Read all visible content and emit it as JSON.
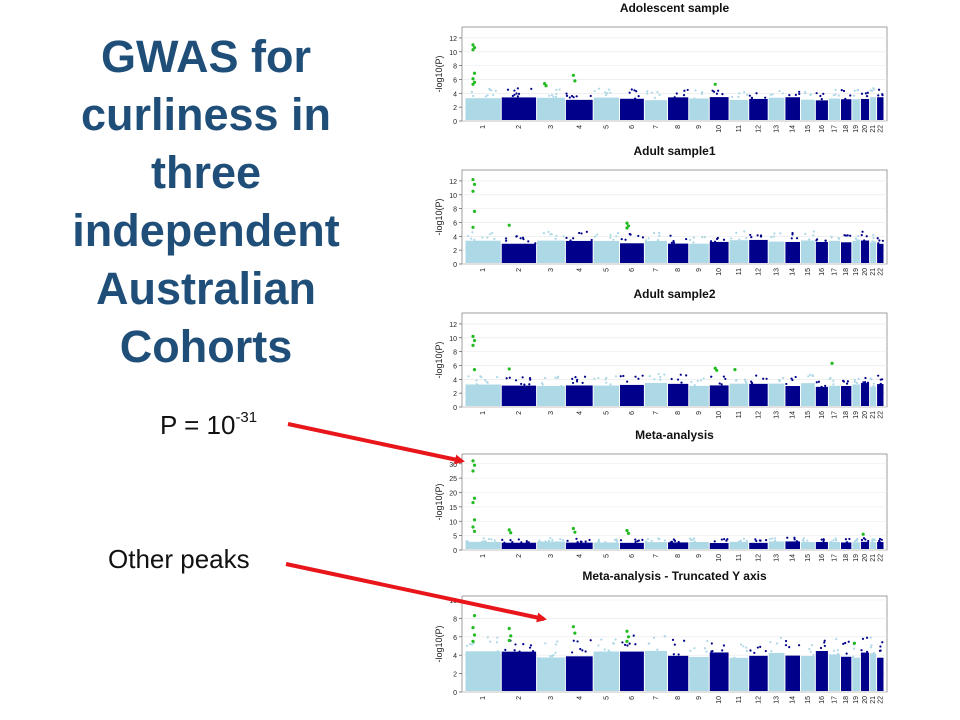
{
  "slide": {
    "title": "GWAS for curliness in three independent Australian Cohorts",
    "callout_p_base": "P = 10",
    "callout_p_exp": "-31",
    "callout_other_peaks": "Other peaks"
  },
  "colors": {
    "title": "#1F4E79",
    "light_blue": "#ADD8E6",
    "dark_blue": "#00008B",
    "significant": "#22BB22",
    "arrow": "#E8161B"
  },
  "chart_data": [
    {
      "type": "scatter",
      "subtype": "manhattan",
      "title": "Adolescent sample",
      "xlabel": "",
      "ylabel": "-log10(P)",
      "ylim": [
        0,
        13
      ],
      "yticks": [
        0,
        2,
        4,
        6,
        8,
        10,
        12
      ],
      "xticks": [
        "1",
        "2",
        "3",
        "4",
        "5",
        "6",
        "7",
        "8",
        "9",
        "10",
        "11",
        "12",
        "13",
        "14",
        "15",
        "16",
        "17",
        "18",
        "19",
        "20",
        "21",
        "22"
      ],
      "grid": true,
      "baseline_range": [
        2,
        3.5
      ],
      "peaks": [
        {
          "chr": "1",
          "values": [
            11.0,
            10.6,
            10.3,
            6.9,
            6.1,
            5.6,
            5.3
          ]
        },
        {
          "chr": "3",
          "values": [
            5.4,
            5.1
          ]
        },
        {
          "chr": "4",
          "values": [
            6.6,
            5.8
          ]
        },
        {
          "chr": "10",
          "values": [
            5.3
          ]
        }
      ]
    },
    {
      "type": "scatter",
      "subtype": "manhattan",
      "title": "Adult sample1",
      "xlabel": "",
      "ylabel": "-log10(P)",
      "ylim": [
        0,
        13
      ],
      "yticks": [
        0,
        2,
        4,
        6,
        8,
        10,
        12
      ],
      "xticks": [
        "1",
        "2",
        "3",
        "4",
        "5",
        "6",
        "7",
        "8",
        "9",
        "10",
        "11",
        "12",
        "13",
        "14",
        "15",
        "16",
        "17",
        "18",
        "19",
        "20",
        "21",
        "22"
      ],
      "grid": true,
      "baseline_range": [
        2,
        3.5
      ],
      "peaks": [
        {
          "chr": "1",
          "values": [
            12.2,
            11.5,
            10.5,
            7.6,
            5.3
          ]
        },
        {
          "chr": "2",
          "values": [
            5.6
          ]
        },
        {
          "chr": "6",
          "values": [
            5.9,
            5.5,
            5.2
          ]
        }
      ]
    },
    {
      "type": "scatter",
      "subtype": "manhattan",
      "title": "Adult sample2",
      "xlabel": "",
      "ylabel": "-log10(P)",
      "ylim": [
        0,
        13
      ],
      "yticks": [
        0,
        2,
        4,
        6,
        8,
        10,
        12
      ],
      "xticks": [
        "1",
        "2",
        "3",
        "4",
        "5",
        "6",
        "7",
        "8",
        "9",
        "10",
        "11",
        "12",
        "13",
        "14",
        "15",
        "16",
        "17",
        "18",
        "19",
        "20",
        "21",
        "22"
      ],
      "grid": true,
      "baseline_range": [
        2,
        3.5
      ],
      "peaks": [
        {
          "chr": "1",
          "values": [
            10.2,
            9.6,
            8.9,
            5.4
          ]
        },
        {
          "chr": "2",
          "values": [
            5.5
          ]
        },
        {
          "chr": "10",
          "values": [
            5.6,
            5.3
          ]
        },
        {
          "chr": "11",
          "values": [
            5.4
          ]
        },
        {
          "chr": "17",
          "values": [
            6.3
          ]
        }
      ]
    },
    {
      "type": "scatter",
      "subtype": "manhattan",
      "title": "Meta-analysis",
      "xlabel": "",
      "ylabel": "-log10(P)",
      "ylim": [
        0,
        32
      ],
      "yticks": [
        0,
        5,
        10,
        15,
        20,
        25,
        30
      ],
      "xticks": [
        "1",
        "2",
        "3",
        "4",
        "5",
        "6",
        "7",
        "8",
        "9",
        "10",
        "11",
        "12",
        "13",
        "14",
        "15",
        "16",
        "17",
        "18",
        "19",
        "20",
        "21",
        "22"
      ],
      "grid": true,
      "baseline_range": [
        1.5,
        3
      ],
      "peaks": [
        {
          "chr": "1",
          "values": [
            31.0,
            29.5,
            27.5,
            18.0,
            16.5,
            10.5,
            8.0,
            6.5
          ]
        },
        {
          "chr": "2",
          "values": [
            7.0,
            6.0
          ]
        },
        {
          "chr": "4",
          "values": [
            7.5,
            6.2
          ]
        },
        {
          "chr": "6",
          "values": [
            6.8,
            5.8
          ]
        },
        {
          "chr": "20",
          "values": [
            5.5
          ]
        }
      ]
    },
    {
      "type": "scatter",
      "subtype": "manhattan",
      "title": "Meta-analysis - Truncated Y axis",
      "xlabel": "",
      "ylabel": "-log10(P)",
      "ylim": [
        0,
        10
      ],
      "yticks": [
        0,
        2,
        4,
        6,
        8,
        10
      ],
      "xticks": [
        "1",
        "2",
        "3",
        "4",
        "5",
        "6",
        "7",
        "8",
        "9",
        "10",
        "11",
        "12",
        "13",
        "14",
        "15",
        "16",
        "17",
        "18",
        "19",
        "20",
        "21",
        "22"
      ],
      "grid": true,
      "baseline_range": [
        2.5,
        4.5
      ],
      "peaks": [
        {
          "chr": "1",
          "values": [
            9.6,
            8.3,
            7.0,
            6.2,
            5.5
          ]
        },
        {
          "chr": "2",
          "values": [
            6.9,
            6.1,
            5.6
          ]
        },
        {
          "chr": "4",
          "values": [
            7.1,
            6.4
          ]
        },
        {
          "chr": "6",
          "values": [
            6.6,
            6.0,
            5.5
          ]
        },
        {
          "chr": "19",
          "values": [
            5.3
          ]
        }
      ]
    }
  ]
}
